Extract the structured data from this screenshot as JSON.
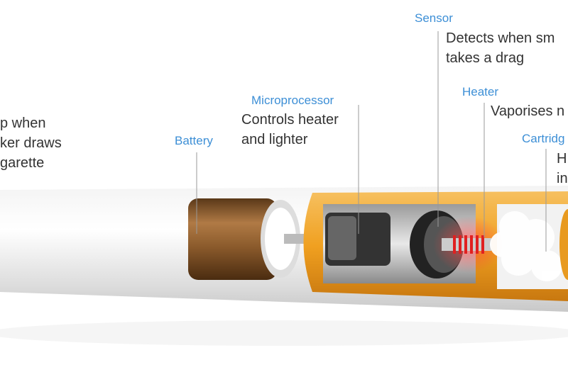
{
  "labels": {
    "lighter_desc": [
      "p when",
      "ker draws",
      "garette"
    ],
    "battery": "Battery",
    "microprocessor": {
      "title": "Microprocessor",
      "desc": [
        "Controls heater",
        "and lighter"
      ]
    },
    "sensor": {
      "title": "Sensor",
      "desc": [
        "Detects when sm",
        "takes a drag"
      ]
    },
    "heater": {
      "title": "Heater",
      "desc": [
        "Vaporises n"
      ]
    },
    "cartridge": {
      "title": "Cartridg",
      "desc": [
        "H",
        "in"
      ]
    }
  },
  "colors": {
    "label": "#3d8fd6",
    "text": "#333333",
    "casing": "#f0a020",
    "battery": "#8a5a2b",
    "heater": "#e02020"
  }
}
